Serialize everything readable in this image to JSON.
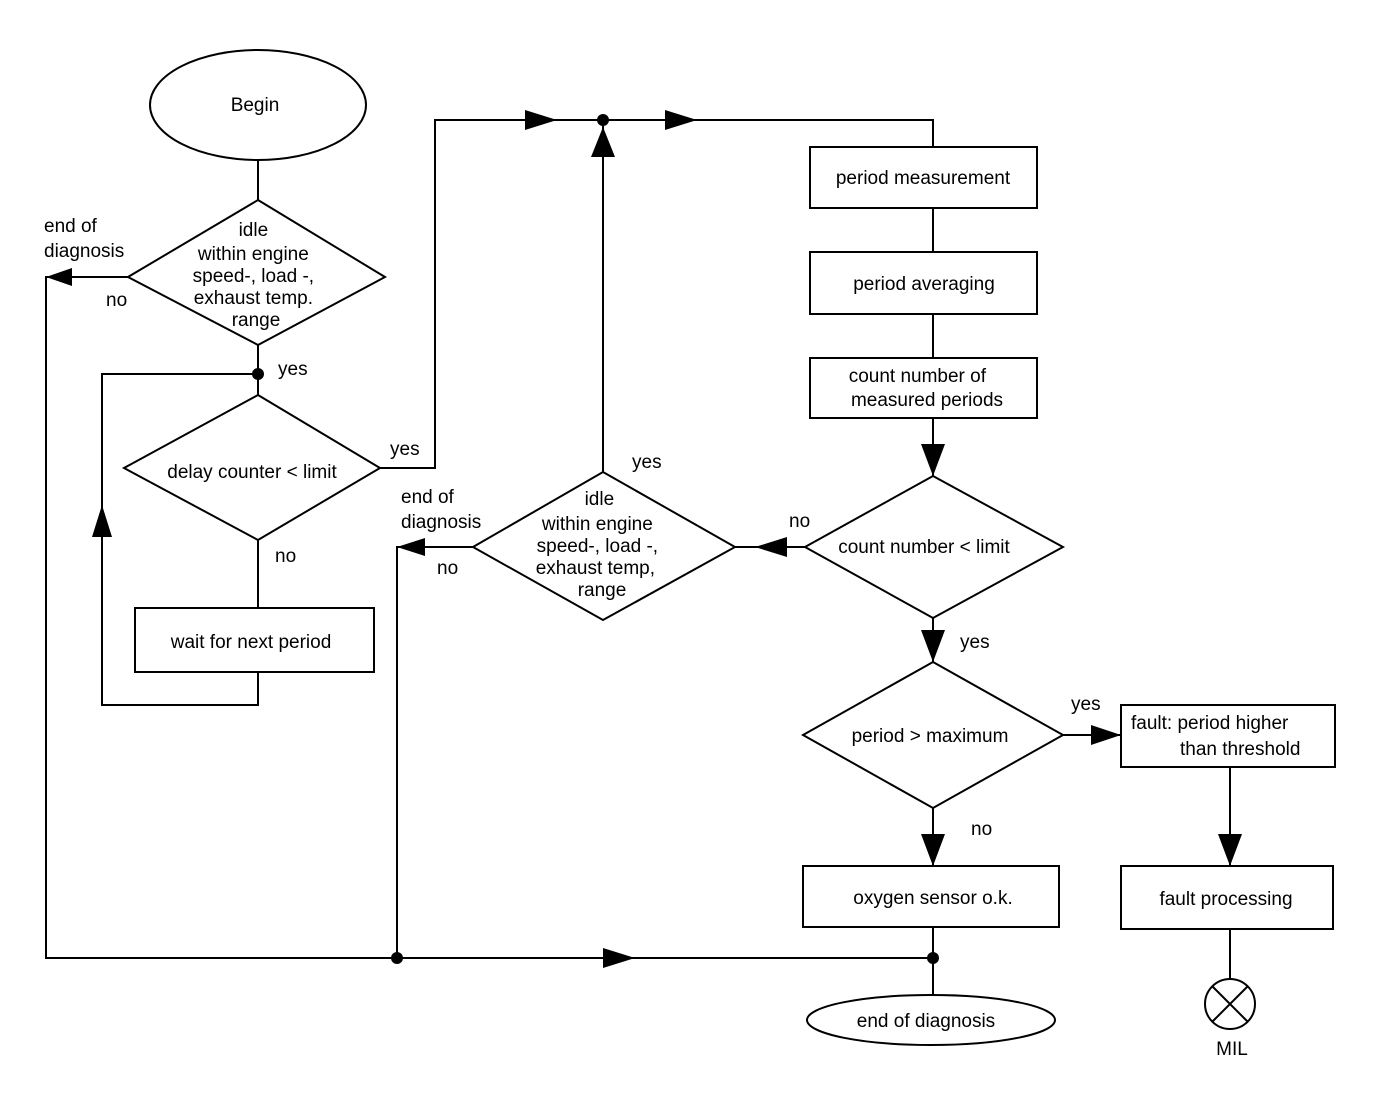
{
  "nodes": {
    "begin": "Begin",
    "idle_check_1": [
      "idle",
      "within engine",
      "speed-, load -,",
      "exhaust temp.",
      "range"
    ],
    "delay_check": "delay counter < limit",
    "wait_next": "wait for next period",
    "period_measurement": "period measurement",
    "period_averaging": "period averaging",
    "count_periods": [
      "count number of",
      "measured periods"
    ],
    "count_check": "count number < limit",
    "idle_check_2": [
      "idle",
      "within engine",
      "speed-, load -,",
      "exhaust temp,",
      "range"
    ],
    "period_check": "period > maximum",
    "fault_threshold": [
      "fault: period higher",
      "than threshold"
    ],
    "fault_processing": "fault processing",
    "sensor_ok": "oxygen sensor o.k.",
    "end": "end of diagnosis",
    "mil": "MIL"
  },
  "labels": {
    "end_of_diagnosis_1": [
      "end of",
      "diagnosis"
    ],
    "end_of_diagnosis_2": [
      "end of",
      "diagnosis"
    ],
    "no_1": "no",
    "yes_1": "yes",
    "yes_2": "yes",
    "no_2": "no",
    "yes_3": "yes",
    "no_3": "no",
    "no_4": "no",
    "yes_4": "yes",
    "yes_5": "yes",
    "no_5": "no"
  }
}
